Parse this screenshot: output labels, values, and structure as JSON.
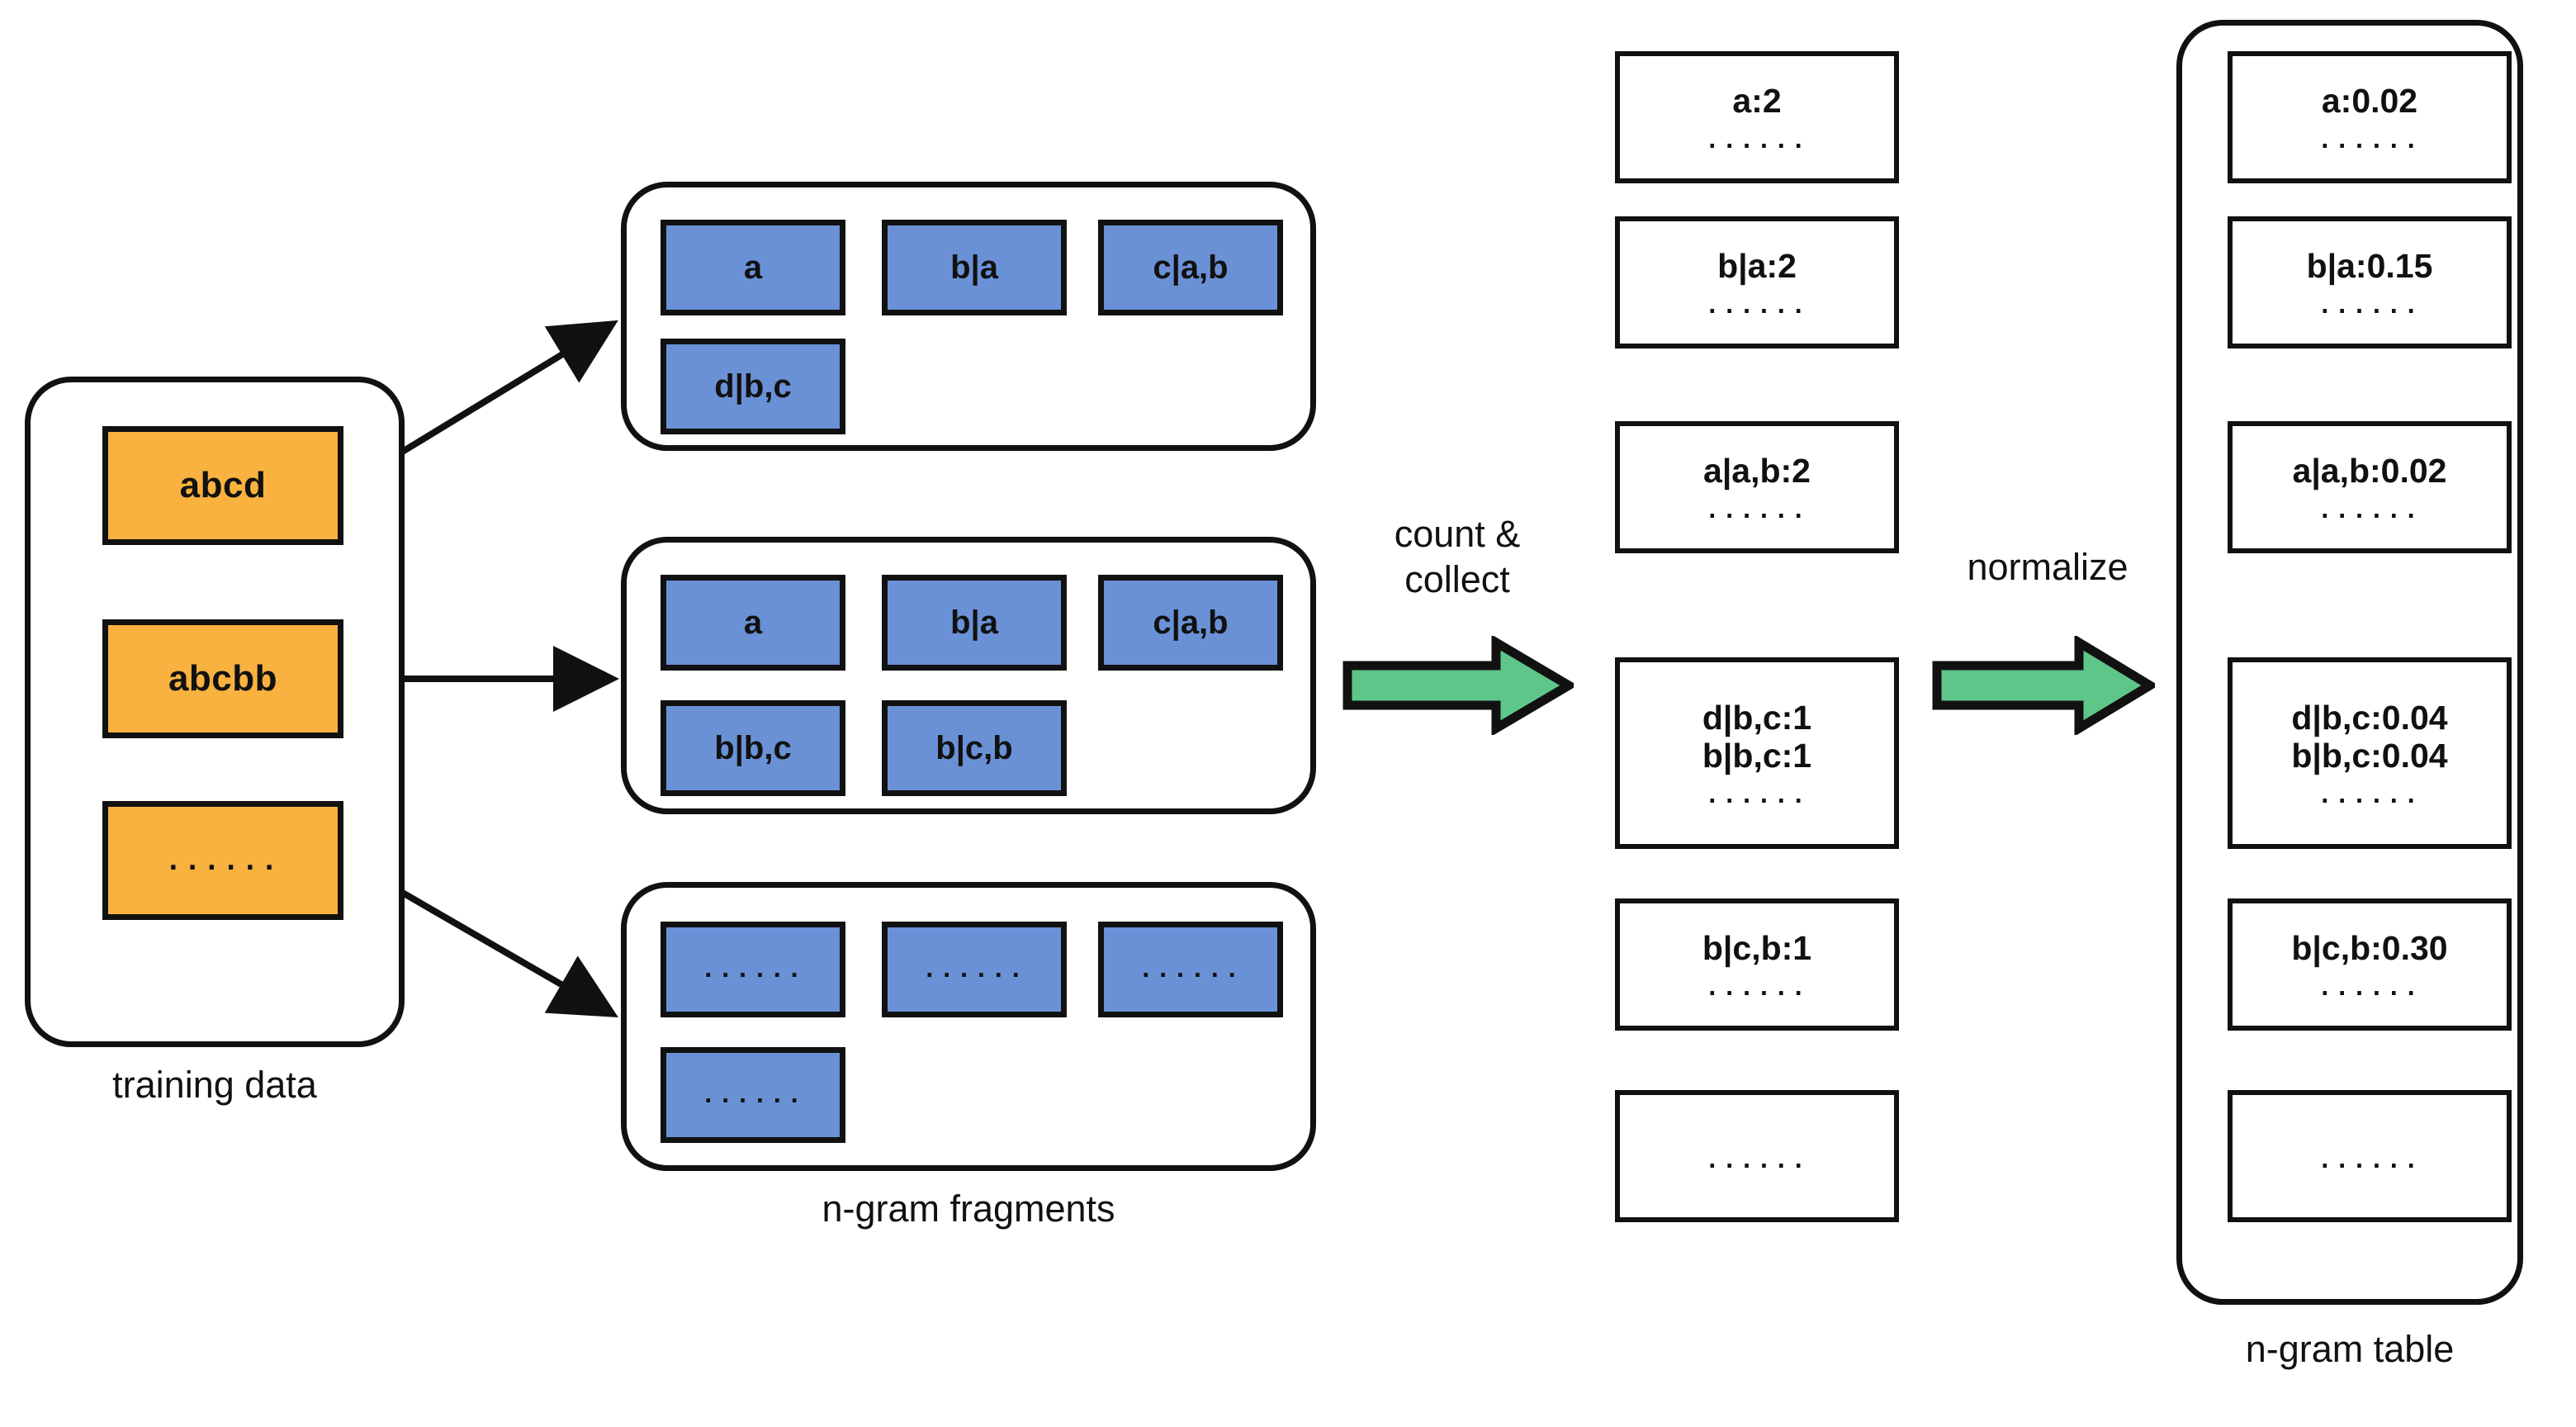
{
  "colors": {
    "sample_fill": "#F9B13F",
    "fragment_fill": "#6A91D6",
    "arrow_fill": "#5FC68A",
    "stroke": "#111111",
    "background": "#FFFFFF"
  },
  "ellipsis": "......",
  "training_data": {
    "caption": "training data",
    "samples": [
      {
        "text": "abcd"
      },
      {
        "text": "abcbb"
      },
      {
        "text": "......"
      }
    ]
  },
  "fragments": {
    "caption": "n-gram fragments",
    "groups": [
      {
        "rows": [
          [
            "a",
            "b|a",
            "c|a,b"
          ],
          [
            "d|b,c"
          ]
        ]
      },
      {
        "rows": [
          [
            "a",
            "b|a",
            "c|a,b"
          ],
          [
            "b|b,c",
            "b|c,b"
          ]
        ]
      },
      {
        "rows": [
          [
            "......",
            "......",
            "......"
          ],
          [
            "......"
          ]
        ]
      }
    ]
  },
  "transitions": [
    {
      "label_lines": [
        "count &",
        "collect"
      ],
      "icon": "right-arrow-icon"
    },
    {
      "label_lines": [
        "normalize"
      ],
      "icon": "right-arrow-icon"
    }
  ],
  "counts": {
    "entries": [
      {
        "lines": [
          "a:2"
        ],
        "dots": "......"
      },
      {
        "lines": [
          "b|a:2"
        ],
        "dots": "......"
      },
      {
        "lines": [
          "a|a,b:2"
        ],
        "dots": "......"
      },
      {
        "lines": [
          "d|b,c:1",
          "b|b,c:1"
        ],
        "dots": "......"
      },
      {
        "lines": [
          "b|c,b:1"
        ],
        "dots": "......"
      },
      {
        "lines": [],
        "dots": "......"
      }
    ]
  },
  "ngram_table": {
    "caption": "n-gram table",
    "entries": [
      {
        "lines": [
          "a:0.02"
        ],
        "dots": "......"
      },
      {
        "lines": [
          "b|a:0.15"
        ],
        "dots": "......"
      },
      {
        "lines": [
          "a|a,b:0.02"
        ],
        "dots": "......"
      },
      {
        "lines": [
          "d|b,c:0.04",
          "b|b,c:0.04"
        ],
        "dots": "......"
      },
      {
        "lines": [
          "b|c,b:0.30"
        ],
        "dots": "......"
      },
      {
        "lines": [],
        "dots": "......"
      }
    ]
  }
}
